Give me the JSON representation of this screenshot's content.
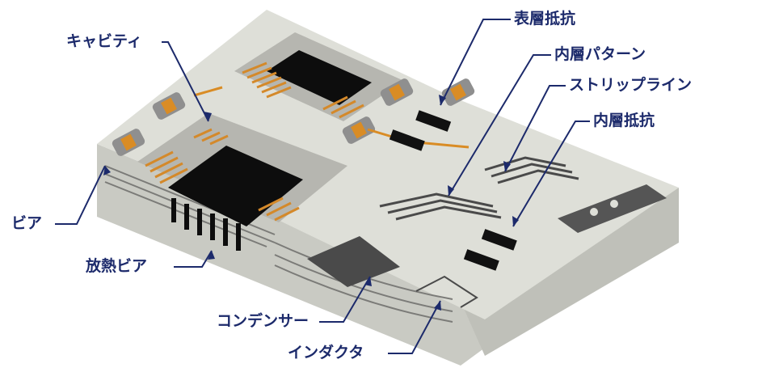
{
  "labels": {
    "cavity": "キャビティ",
    "surface_resistor": "表層抵抗",
    "inner_pattern": "内層パターン",
    "stripline": "ストリップライン",
    "inner_resistor": "内層抵抗",
    "via": "ビア",
    "thermal_via": "放熱ビア",
    "capacitor": "コンデンサー",
    "inductor": "インダクタ"
  },
  "colors": {
    "label_text": "#1c2a6b",
    "leader_line": "#1c2a6b",
    "substrate_top": "#dedfd8",
    "substrate_side": "#c9cac3",
    "chip": "#0d0d0d",
    "bond_pad": "#d4892a",
    "component_body": "#8f8f8f",
    "component_band": "#d98c25",
    "trace": "#4a4a4a"
  }
}
